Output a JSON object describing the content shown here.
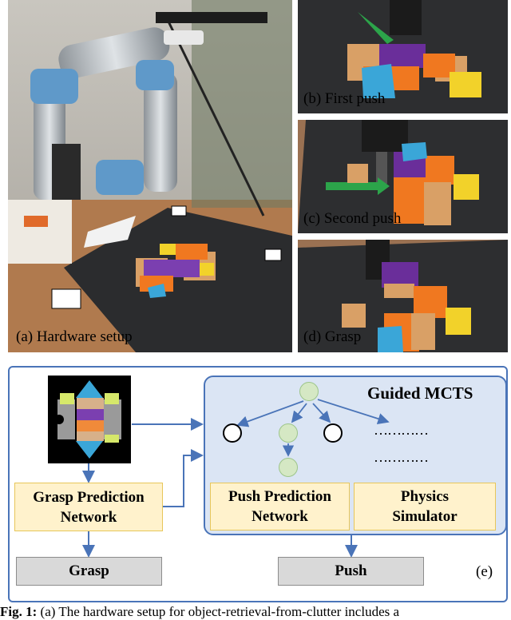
{
  "panels": {
    "a": "(a) Hardware setup",
    "b": "(b) First push",
    "c": "(c) Second push",
    "d": "(d) Grasp"
  },
  "diagram": {
    "mcts_title": "Guided MCTS",
    "dots_1": "…………",
    "dots_2": "…………",
    "grasp_net_line1": "Grasp Prediction",
    "grasp_net_line2": "Network",
    "push_net_line1": "Push Prediction",
    "push_net_line2": "Network",
    "sim_line1": "Physics",
    "sim_line2": "Simulator",
    "grasp_label": "Grasp",
    "push_label": "Push",
    "panel_label": "(e)"
  },
  "caption": {
    "prefix": "Fig. 1:",
    "text": "(a) The hardware setup for object-retrieval-from-clutter includes a"
  },
  "colors": {
    "blue": "#4a74b8",
    "mcts_fill": "#dbe5f4",
    "yellow_fill": "#fff2cc",
    "gray_fill": "#d9d9d9",
    "node_green": "#d5e8c4"
  }
}
